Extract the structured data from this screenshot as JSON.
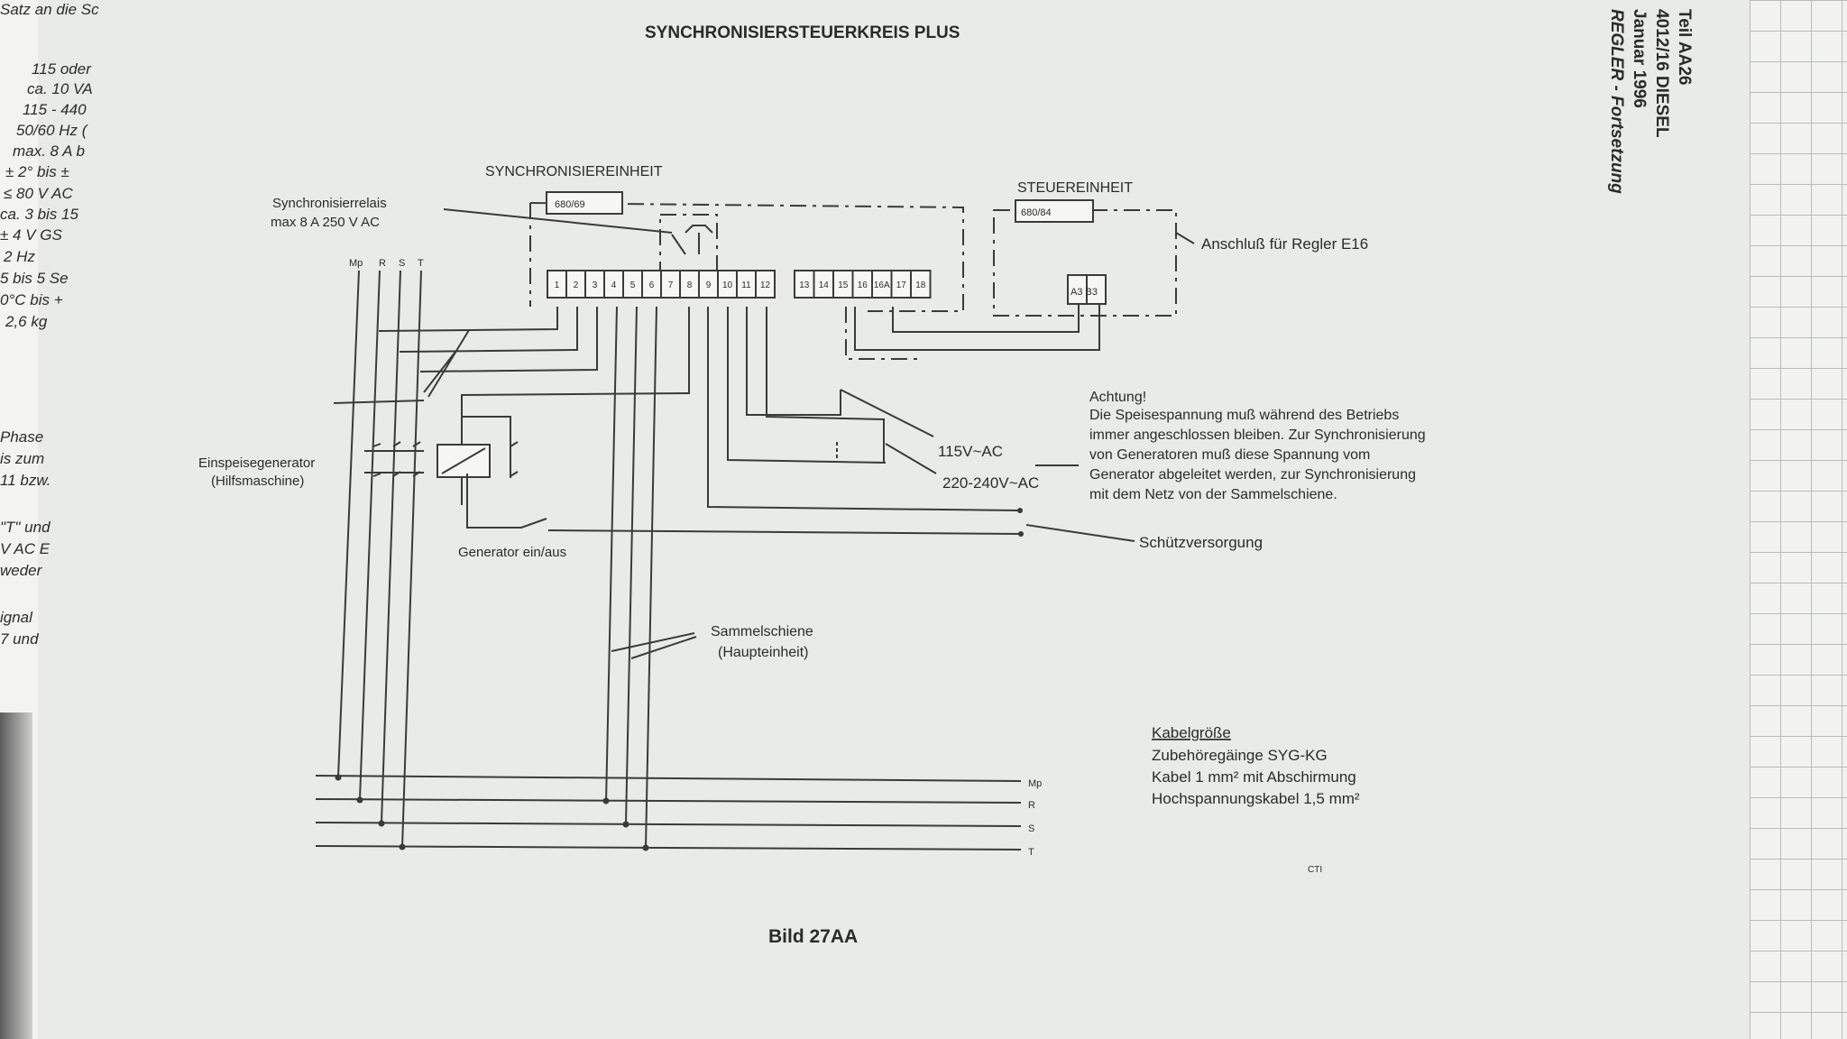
{
  "title": "SYNCHRONISIERSTEUERKREIS PLUS",
  "header_right": {
    "line1": "Teil AA26",
    "line2": "4012/16 DIESEL",
    "line3": "Januar 1996",
    "line4": "REGLER - Fortsetzung"
  },
  "left_margin_text": [
    "Satz an die Sc",
    "115 oder",
    "ca. 10 VA",
    "115 - 440",
    "50/60 Hz (",
    "max. 8 A b",
    "± 2° bis ±",
    "≤ 80 V AC",
    "ca. 3 bis 15",
    "± 4 V GS",
    "2 Hz",
    "5 bis 5 Se",
    "0°C bis +",
    "2,6 kg",
    "Phase",
    "is zum",
    "11 bzw.",
    "\"T\" und",
    "V AC E",
    "weder",
    "ignal",
    "7 und"
  ],
  "labels": {
    "sync_unit": "SYNCHRONISIEREINHEIT",
    "control_unit": "STEUEREINHEIT",
    "sync_relay_1": "Synchronisierrelais",
    "sync_relay_2": "max 8 A 250 V AC",
    "regler_connection": "Anschluß für Regler E16",
    "feed_generator_1": "Einspeisegenerator",
    "feed_generator_2": "(Hilfsmaschine)",
    "generator_switch": "Generator ein/aus",
    "v115": "115V~AC",
    "v220": "220-240V~AC",
    "contactor_supply": "Schützversorgung",
    "busbar_1": "Sammelschiene",
    "busbar_2": "(Haupteinheit)",
    "part_sync": "680/69",
    "part_ctrl": "680/84",
    "a3b3": "A3 B3",
    "small_code": "CTI"
  },
  "phases": [
    "Mp",
    "R",
    "S",
    "T"
  ],
  "terminals_block1": [
    "1",
    "2",
    "3",
    "4",
    "5",
    "6",
    "7",
    "8",
    "9",
    "10",
    "11",
    "12"
  ],
  "terminals_block2": [
    "13",
    "14",
    "15",
    "16",
    "16A",
    "17",
    "18"
  ],
  "warning": {
    "heading": "Achtung!",
    "lines": [
      "Die Speisespannung muß während des Betriebs",
      "immer angeschlossen bleiben. Zur Synchronisierung",
      "von Generatoren muß diese Spannung vom",
      "Generator abgeleitet werden, zur Synchronisierung",
      "mit dem Netz von der Sammelschiene."
    ]
  },
  "cable": {
    "heading": "Kabelgröße",
    "lines": [
      "Zubehöregäinge SYG-KG",
      "Kabel 1 mm² mit Abschirmung",
      "Hochspannungskabel 1,5 mm²"
    ]
  },
  "figure_caption": "Bild 27AA"
}
